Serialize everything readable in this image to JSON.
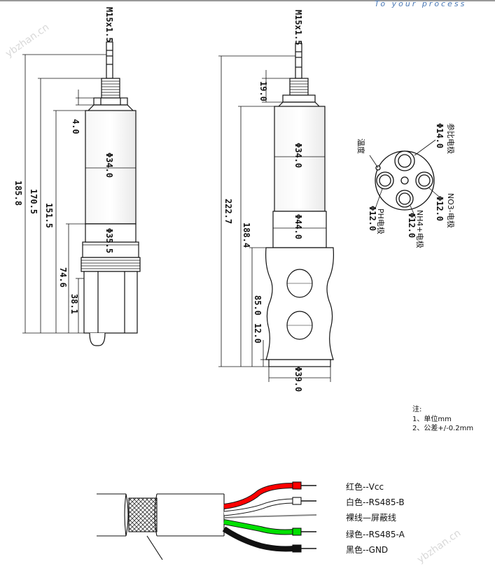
{
  "header": {
    "tagline": "To your process",
    "watermark": "ybzhan.cn"
  },
  "probe_left": {
    "thread": "M15x1.5",
    "dims": {
      "d_top": "4.0",
      "dia_body": "Φ34.0",
      "dia_ring": "Φ35.5",
      "l_total": "185.8",
      "l_170": "170.5",
      "l_151": "151.5",
      "l_74": "74.6",
      "l_38": "38.1"
    }
  },
  "probe_right": {
    "thread": "M15x1.5",
    "dims": {
      "d_19": "19.0",
      "dia_body": "Φ34.0",
      "dia_44": "Φ44.0",
      "l_222": "222.7",
      "l_188": "188.4",
      "l_85": "85.0",
      "l_12": "12.0",
      "dia_39": "Φ39.0"
    }
  },
  "end_view": {
    "temp": "温度",
    "ref": "参比电极",
    "ref_dia": "Φ14.0",
    "no3": "NO3-电极",
    "no3_dia": "Φ12.0",
    "nh4": "NH4+电极",
    "nh4_dia": "Φ12.0",
    "ph": "PH电极",
    "ph_dia": "Φ12.0"
  },
  "notes": {
    "title": "注:",
    "line1": "1、单位mm",
    "line2": "2、公差+/-0.2mm"
  },
  "wires": [
    {
      "label": "红色--Vcc",
      "color": "#ff0000"
    },
    {
      "label": "白色--RS485-B",
      "color": "#ffffff"
    },
    {
      "label": "裸线—屏蔽线",
      "color": "#aaaaaa"
    },
    {
      "label": "绿色--RS485-A",
      "color": "#00e000"
    },
    {
      "label": "黑色--GND",
      "color": "#111111"
    }
  ]
}
